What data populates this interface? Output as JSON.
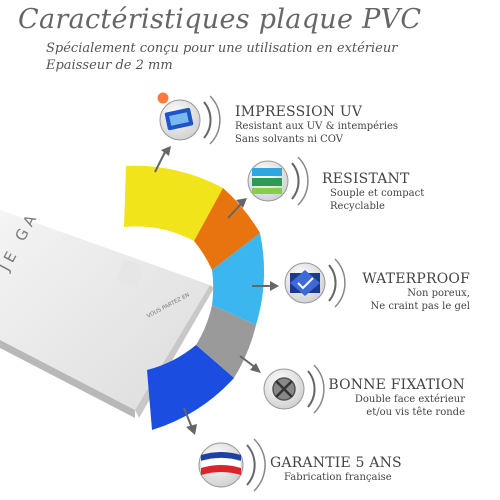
{
  "header": {
    "title": "Caractéristiques plaque PVC",
    "subtitle_1": "Spécialement conçu pour une utilisation en extérieur",
    "subtitle_2": "Epaisseur de 2 mm"
  },
  "panel": {
    "big_text": "JE GA",
    "small_text": "VOUS PARTEZ EN"
  },
  "features": [
    {
      "title": "IMPRESSION UV",
      "line1": "Resistant aux UV & intempéries",
      "line2": "Sans solvants ni COV",
      "icon": "uv-print-icon"
    },
    {
      "title": "RESISTANT",
      "line1": "Souple et compact",
      "line2": "Recyclable",
      "icon": "layers-icon"
    },
    {
      "title": "WATERPROOF",
      "line1": "Non poreux,",
      "line2": "Ne craint pas le gel",
      "icon": "waterproof-icon"
    },
    {
      "title": "BONNE FIXATION",
      "line1": "Double face extérieur",
      "line2": "et/ou vis tête ronde",
      "icon": "screw-icon"
    },
    {
      "title": "GARANTIE 5 ANS",
      "line1": "Fabrication française",
      "icon": "french-flag-icon"
    }
  ],
  "colors": {
    "arc_yellow": "#f2e41a",
    "arc_orange": "#e8740f",
    "arc_lightblue": "#3cb6ee",
    "arc_gray": "#9a9a9a",
    "arc_blue": "#1a4de0"
  }
}
